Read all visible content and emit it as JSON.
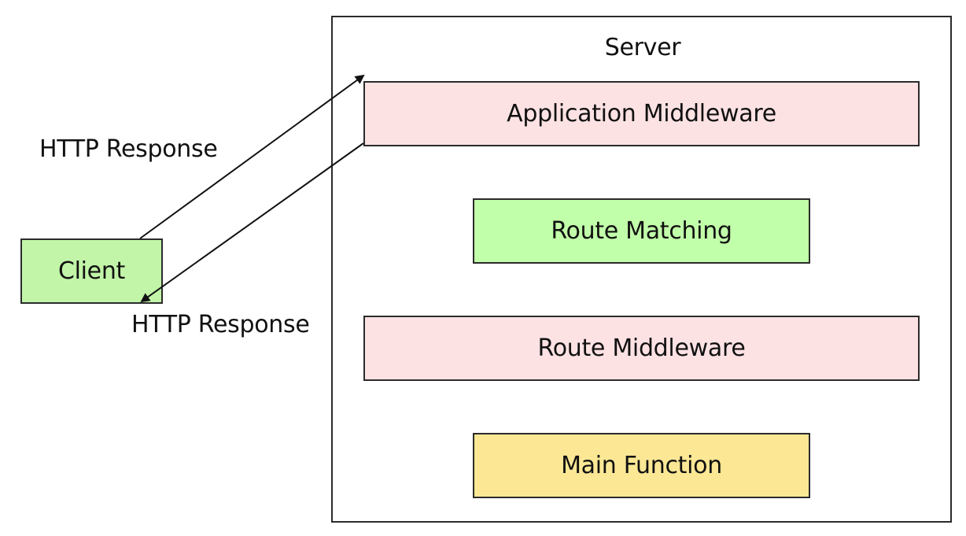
{
  "server": {
    "title": "Server",
    "layers": [
      {
        "label": "Application Middleware",
        "color": "#fde2e4"
      },
      {
        "label": "Route Matching",
        "color": "#c2ffaa"
      },
      {
        "label": "Route Middleware",
        "color": "#fde2e4"
      },
      {
        "label": "Main Function",
        "color": "#fce795"
      }
    ]
  },
  "client": {
    "label": "Client",
    "color": "#c2f5a8"
  },
  "arrows": {
    "upper_label": "HTTP Response",
    "lower_label": "HTTP Response"
  }
}
